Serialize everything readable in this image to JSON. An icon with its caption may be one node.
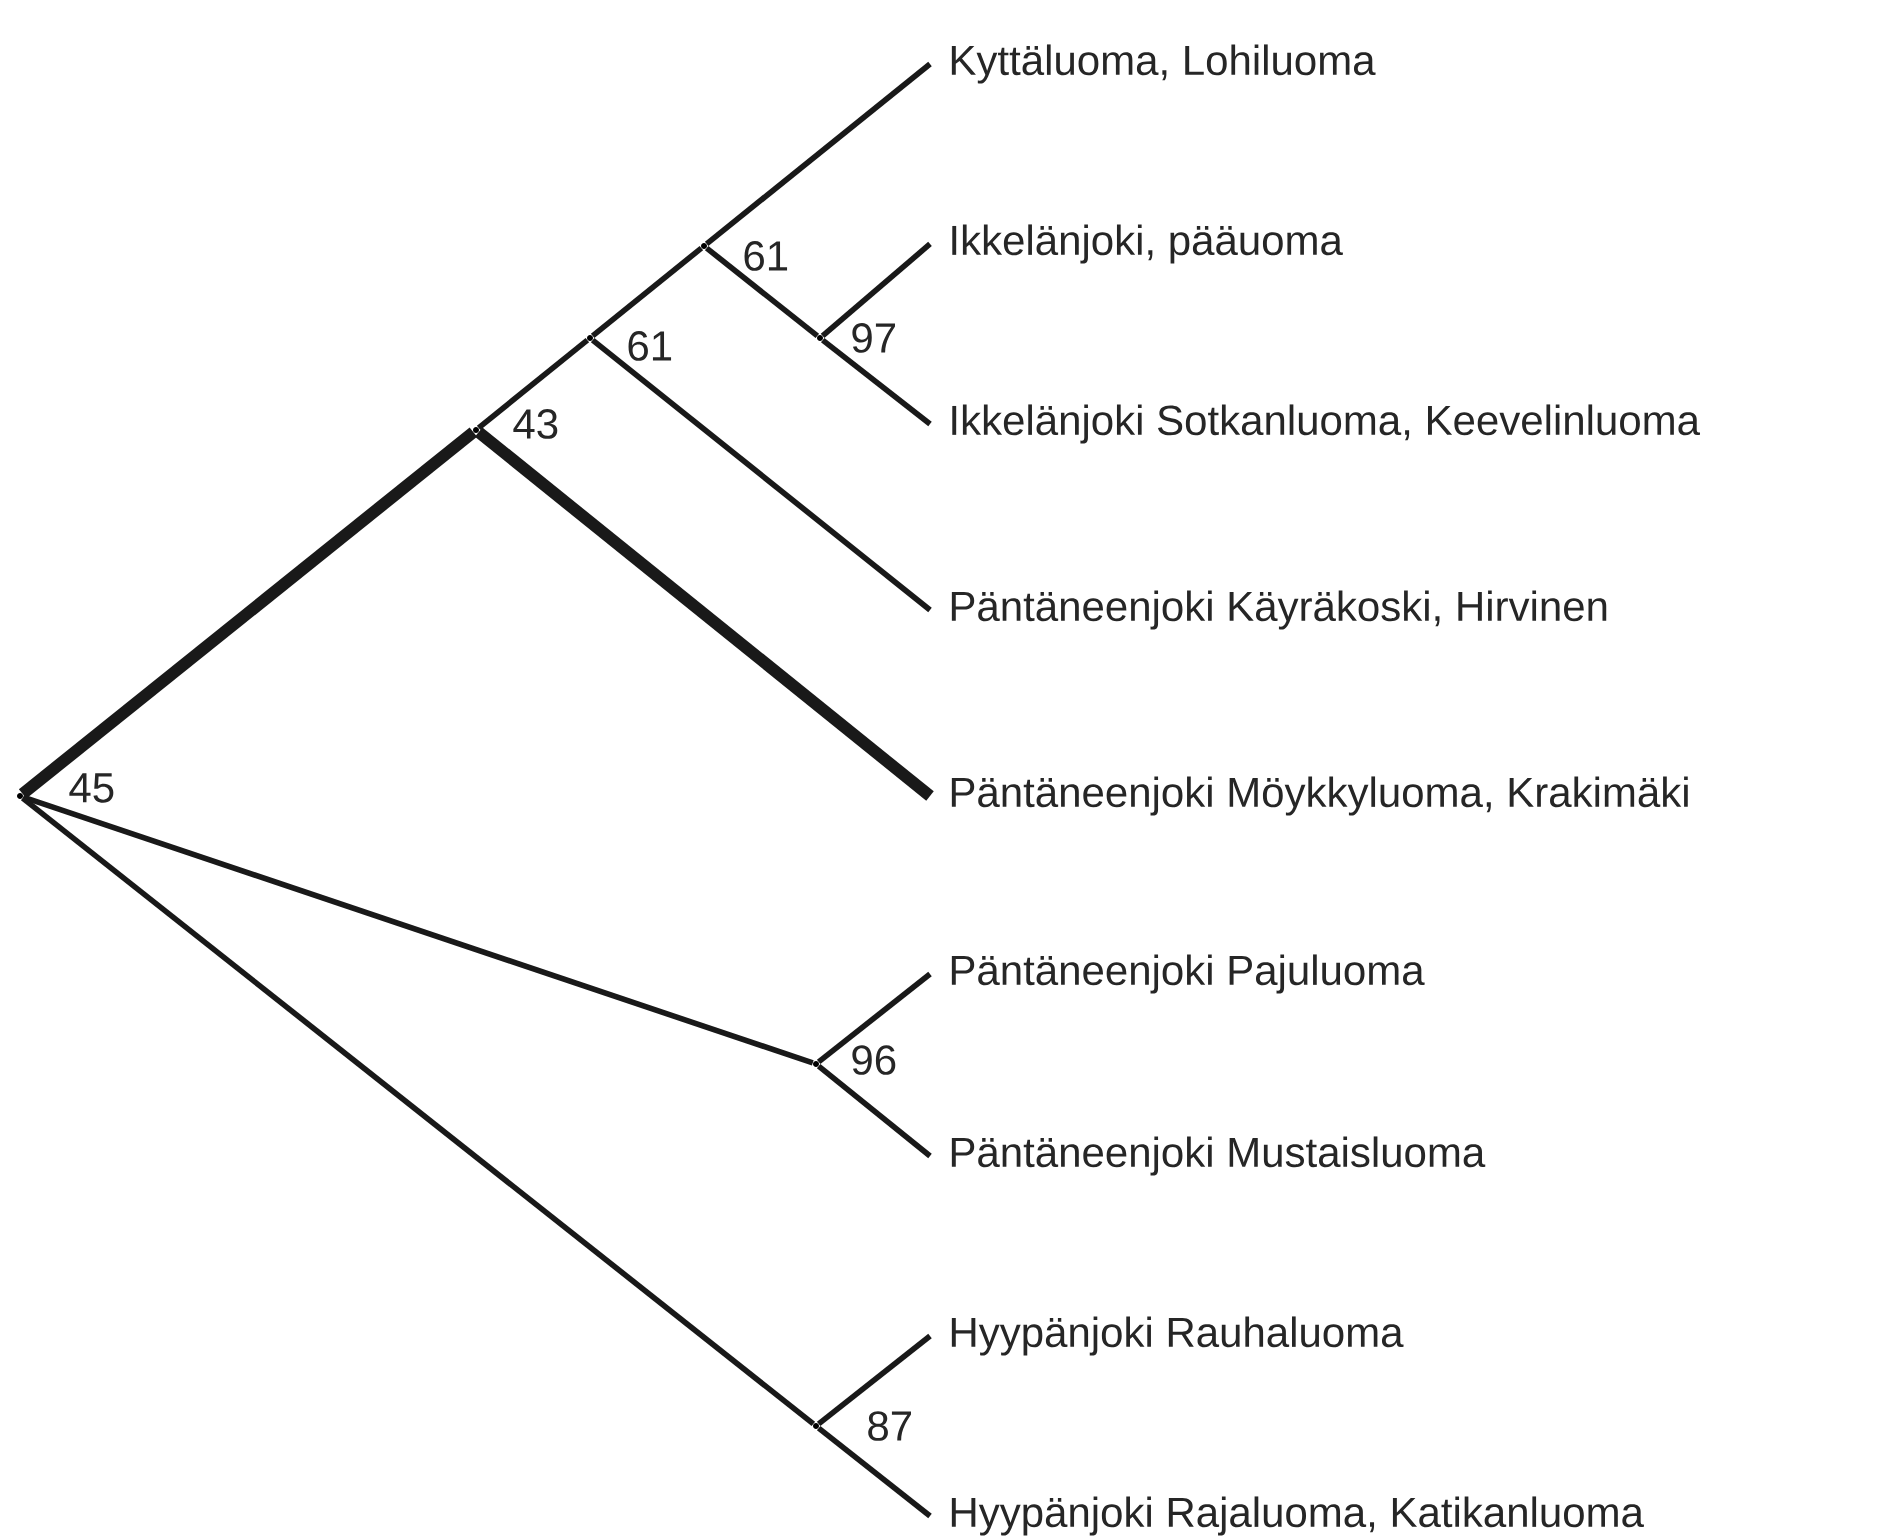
{
  "diagram": {
    "nodes": [
      {
        "text": [
          "Kyttäluoma, Lohiluoma"
        ]
      },
      {
        "text": [
          "Ikkelänjoki, pääuoma"
        ]
      },
      {
        "text": [
          "Ikkelänjoki Sotkanluoma, Keevelinluoma"
        ]
      },
      {
        "text": [
          "Päntäneenjoki Käyräkoski, Hirvinen"
        ]
      },
      {
        "text": [
          "Päntäneenjoki Möykkyluoma, Krakimäki"
        ]
      },
      {
        "text": [
          "Päntäneenjoki Pajuluoma"
        ]
      },
      {
        "text": [
          "Päntäneenjoki Mustaisluoma"
        ]
      },
      {
        "text": [
          "Hyypänjoki Rauhaluoma"
        ]
      },
      {
        "text": [
          "Hyypänjoki Rajaluoma, Katikanluoma"
        ]
      },
      {
        "text": [],
        "shape": "point",
        "beside": [
          "45"
        ]
      },
      {
        "text": [],
        "shape": "point",
        "beside": [
          "43"
        ]
      },
      {
        "text": [],
        "shape": "point",
        "beside": [
          "61"
        ]
      },
      {
        "text": [],
        "shape": "point",
        "beside": [
          "61"
        ]
      },
      {
        "text": [],
        "shape": "point",
        "beside": [
          "97"
        ]
      },
      {
        "text": [],
        "shape": "point",
        "beside": [
          "96"
        ]
      },
      {
        "text": [],
        "shape": "point",
        "beside": [
          "87"
        ]
      }
    ],
    "edges": [
      {
        "from": 9,
        "to": 10,
        "arrow": "none",
        "style": "thick"
      },
      {
        "from": 10,
        "to": 11,
        "arrow": "none"
      },
      {
        "from": 11,
        "to": 12,
        "arrow": "none"
      },
      {
        "from": 12,
        "to": 0,
        "arrow": "none"
      },
      {
        "from": 12,
        "to": 13,
        "arrow": "none"
      },
      {
        "from": 13,
        "to": 1,
        "arrow": "none"
      },
      {
        "from": 13,
        "to": 2,
        "arrow": "none"
      },
      {
        "from": 11,
        "to": 3,
        "arrow": "none"
      },
      {
        "from": 10,
        "to": 4,
        "arrow": "none",
        "style": "thick"
      },
      {
        "from": 9,
        "to": 14,
        "arrow": "none"
      },
      {
        "from": 14,
        "to": 5,
        "arrow": "none"
      },
      {
        "from": 14,
        "to": 6,
        "arrow": "none"
      },
      {
        "from": 9,
        "to": 15,
        "arrow": "none"
      },
      {
        "from": 15,
        "to": 7,
        "arrow": "none"
      },
      {
        "from": 15,
        "to": 8,
        "arrow": "none"
      }
    ]
  }
}
